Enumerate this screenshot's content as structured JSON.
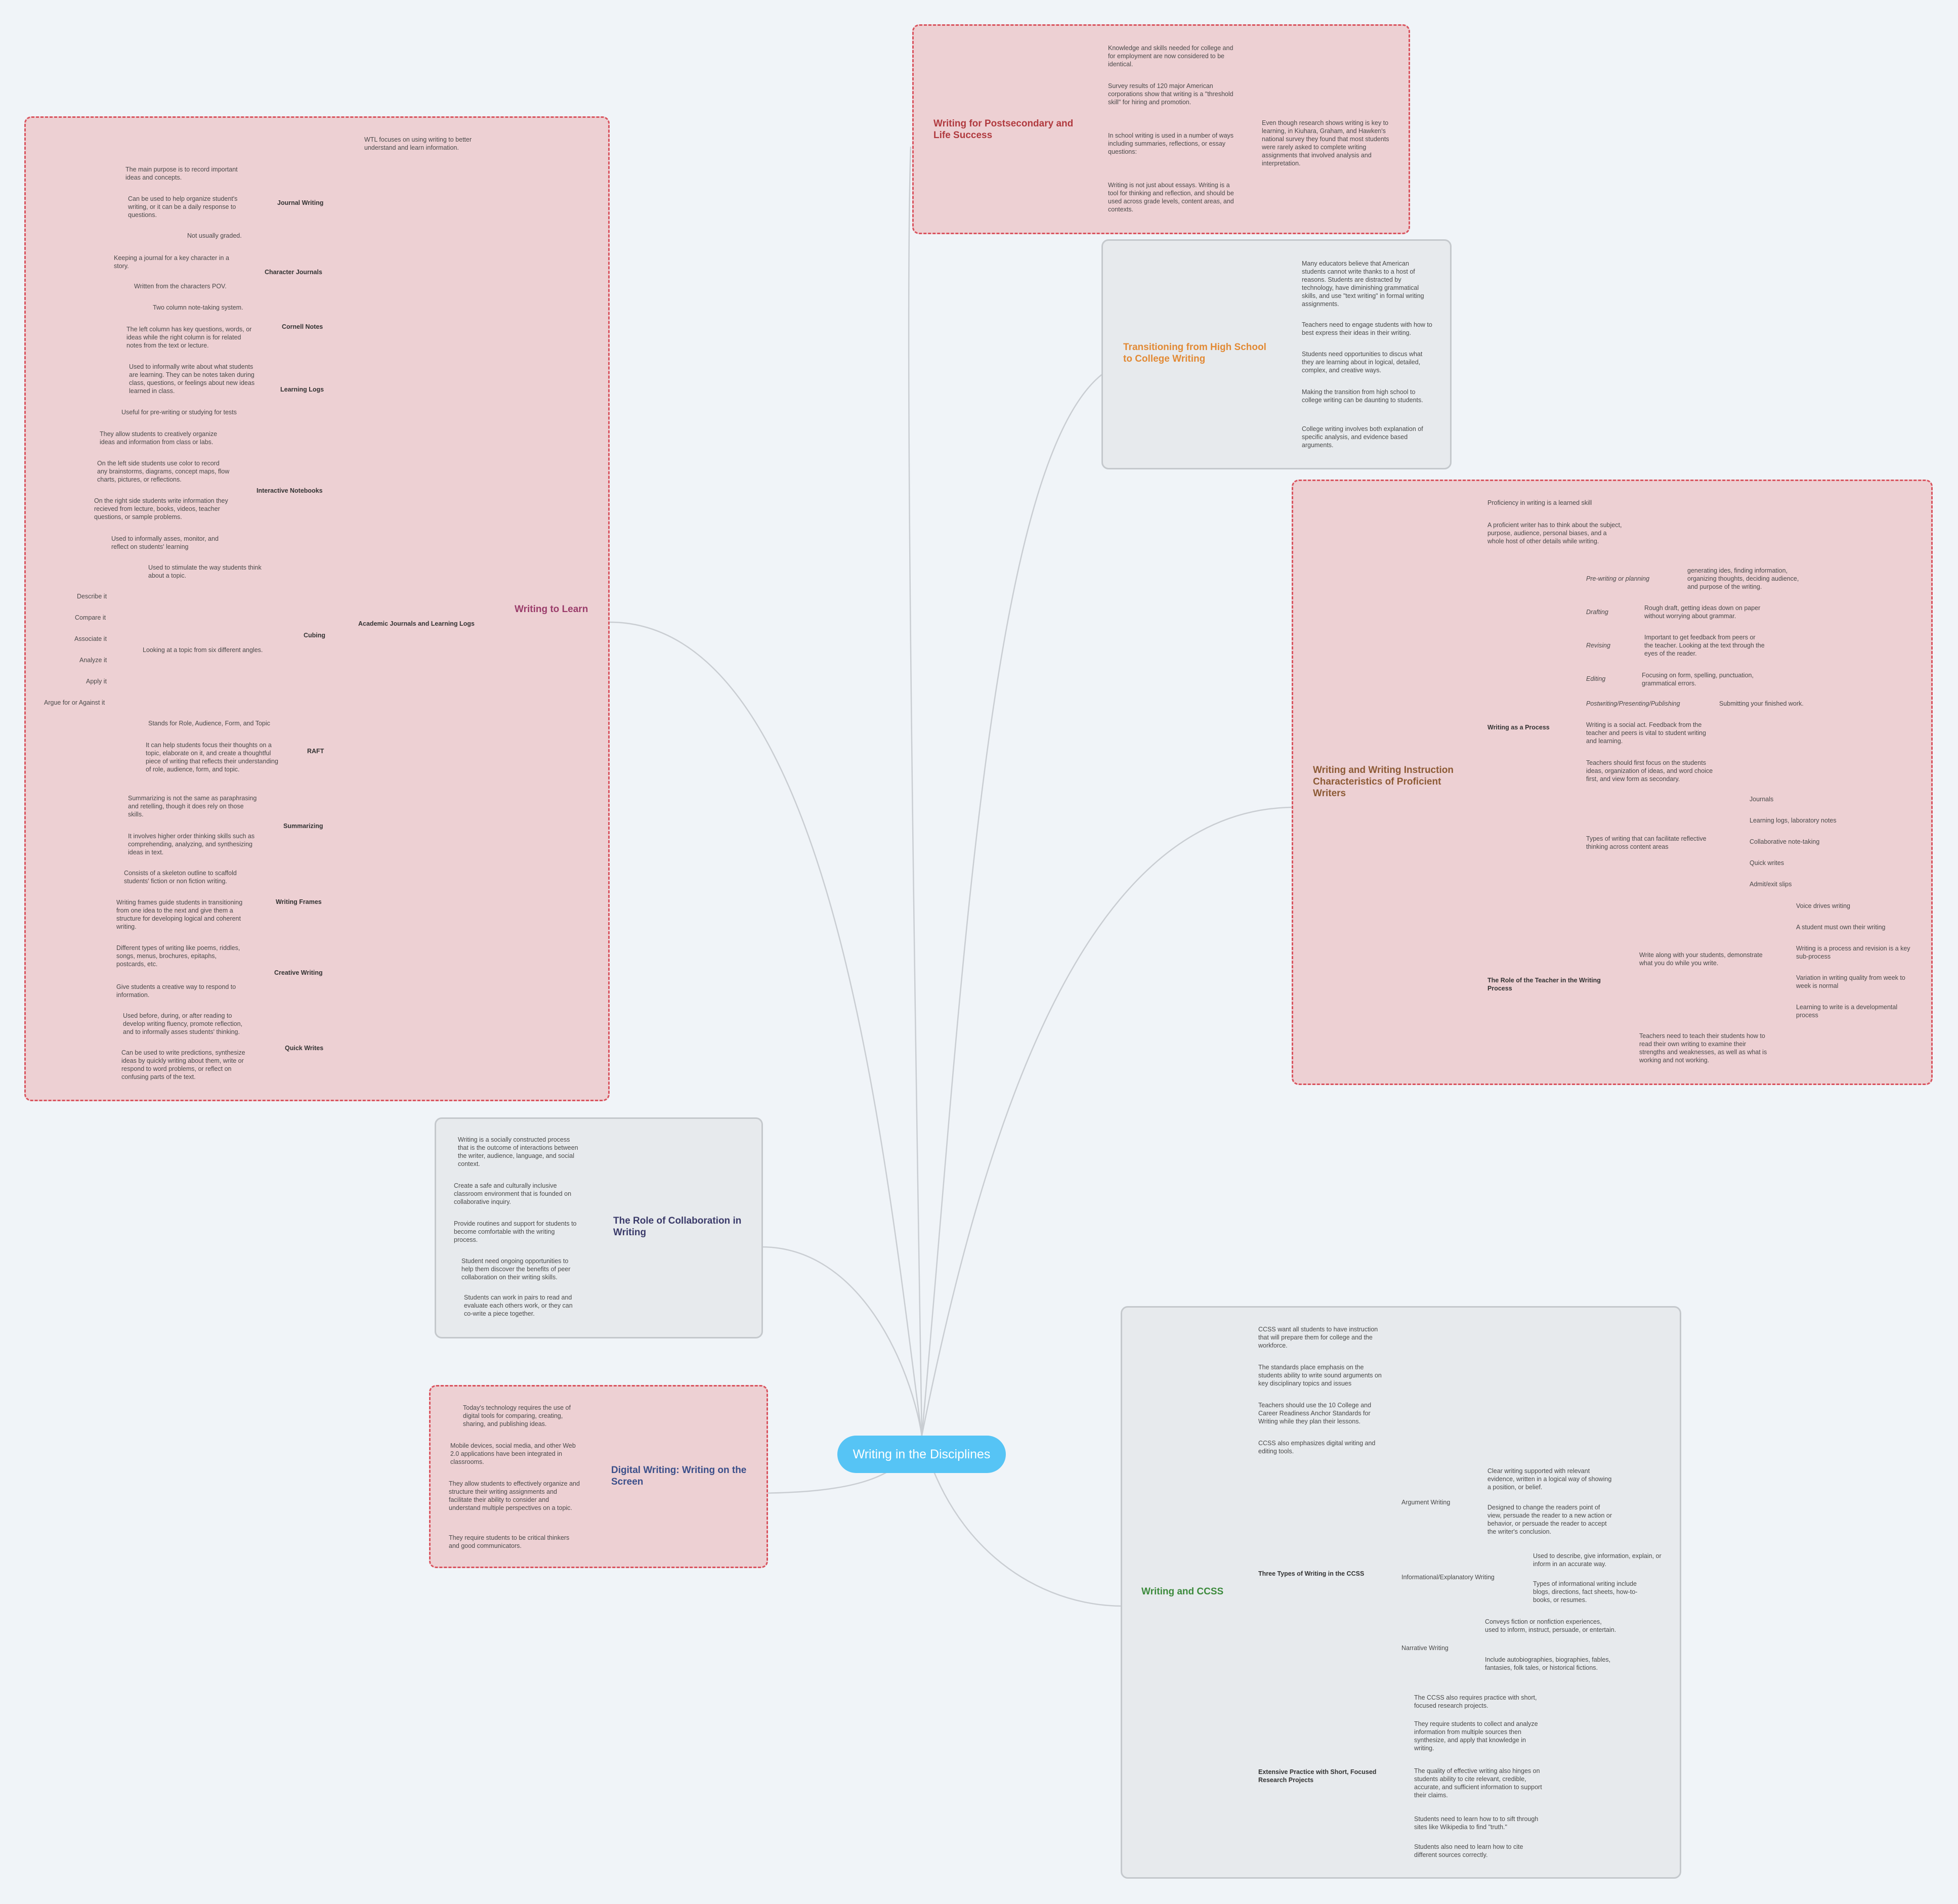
{
  "root": "Writing in the Disciplines",
  "colors": {
    "background": "#f0f4f8",
    "root": "#56c4f5",
    "pink_panel": "#edd0d3",
    "pink_border": "#d9535e",
    "grey_panel": "#e7eaed",
    "line": "#c9cdd2"
  },
  "postsecondary": {
    "title": "Writing for Postsecondary and Life Success",
    "items": [
      "Knowledge and skills needed for college and for employment are now considered to be identical.",
      "Survey results of 120 major American corporations show that writing is a \"threshold skill\" for hiring and promotion.",
      "In school writing is used in a number of ways including summaries, reflections, or essay questions:",
      "Writing is not just about essays. Writing is a tool for thinking and reflection, and should be used across grade levels, content areas, and contexts."
    ],
    "sub": "Even though research shows writing is key to learning, in Kiuhara, Graham, and Hawken's national survey they found that most students were rarely asked to complete writing assignments that involved analysis and interpretation."
  },
  "transition": {
    "title": "Transitioning from High School to College Writing",
    "items": [
      "Many educators believe that American students cannot write thanks to a host of reasons. Students are distracted by technology, have diminishing grammatical skills, and use \"text writing\" in formal writing assignments.",
      "Teachers need to engage students with how to best express their ideas in their writing.",
      "Students need opportunities to discus what they are learning about in logical, detailed, complex, and creative ways.",
      "Making the transition from high school to college writing can be daunting to students.",
      "College writing involves both explanation of specific analysis, and evidence based arguments."
    ]
  },
  "proficient": {
    "title": "Writing and Writing Instruction Characteristics of Proficient Writers",
    "item1": "Proficiency in writing is a learned skill",
    "item2": "A proficient writer has to think about the subject, purpose, audience, personal biases, and a whole host of other details while writing.",
    "process_label": "Writing as a Process",
    "stages": [
      {
        "label": "Pre-writing or planning",
        "detail": "generating ides, finding information, organizing thoughts, deciding audience, and purpose of the writing."
      },
      {
        "label": "Drafting",
        "detail": "Rough draft, getting ideas down on paper without worrying about grammar."
      },
      {
        "label": "Revising",
        "detail": "Important to get feedback from peers or the teacher. Looking at the text through the eyes of the reader."
      },
      {
        "label": "Editing",
        "detail": "Focusing on form, spelling, punctuation, grammatical errors."
      },
      {
        "label": "Postwriting/Presenting/Publishing",
        "detail": "Submitting your finished work."
      }
    ],
    "social": "Writing is a social act. Feedback from the teacher and peers is vital to student writing and learning.",
    "focus": "Teachers should first focus on the students ideas, organization of ideas, and word choice first, and view form as secondary.",
    "types_label": "Types of writing that can facilitate reflective thinking across content areas",
    "types": [
      "Journals",
      "Learning logs, laboratory notes",
      "Collaborative note-taking",
      "Quick writes",
      "Admit/exit slips"
    ],
    "teacher_label": "The Role of the Teacher in the Writing Process",
    "write_along": "Write along with your students, demonstrate what you do while you write.",
    "write_along_items": [
      "Voice drives writing",
      "A student must own their writing",
      "Writing is a process and revision is a key sub-process",
      "Variation in writing quality from week to week is normal",
      "Learning to write is a developmental process"
    ],
    "teachers_read": "Teachers need to teach their students how to read their own writing to examine their strengths and weaknesses, as well as what is working and not working."
  },
  "ccss": {
    "title": "Writing and CCSS",
    "items": [
      "CCSS want all students to have instruction that will prepare them for college and the workforce.",
      "The standards place emphasis on the students ability to write sound arguments on key disciplinary topics and issues",
      "Teachers should use the 10 College and Career Readiness Anchor Standards for Writing while they plan their lessons.",
      "CCSS also emphasizes digital writing and editing tools."
    ],
    "three_label": "Three Types of Writing in the CCSS",
    "argument_label": "Argument Writing",
    "argument": [
      "Clear writing supported with relevant evidence, written in a logical way of showing a position, or belief.",
      "Designed to change the readers point of view, persuade the reader to a new action or behavior, or persuade the reader to accept the writer's conclusion."
    ],
    "informational_label": "Informational/Explanatory Writing",
    "informational": [
      "Used to describe, give information, explain, or inform in an accurate way.",
      "Types of informational writing include blogs, directions, fact sheets, how-to-books, or resumes."
    ],
    "narrative_label": "Narrative Writing",
    "narrative": [
      "Conveys fiction or nonfiction experiences, used to inform, instruct, persuade, or entertain.",
      "Include autobiographies, biographies, fables, fantasies, folk tales, or historical fictions."
    ],
    "extensive_label": "Extensive Practice with Short, Focused Research Projects",
    "extensive": [
      "The CCSS also requires practice with short, focused research projects.",
      "They require students to collect and analyze information from multiple sources then synthesize, and apply that knowledge in writing.",
      "The quality of effective writing also hinges on students ability to cite relevant, credible, accurate, and sufficient information to support their claims.",
      "Students need to learn how to to sift through sites like Wikipedia to find \"truth.\"",
      "Students also need to learn how to cite different sources correctly."
    ]
  },
  "collab": {
    "title": "The Role of Collaboration in Writing",
    "items": [
      "Writing is a socially constructed process that is the outcome of interactions between the writer, audience, language, and social context.",
      "Create a safe and culturally inclusive classroom environment that is founded on collaborative inquiry.",
      "Provide routines and support for students to become comfortable with the writing process.",
      "Student need ongoing opportunities to help them discover the benefits of peer collaboration on their writing skills.",
      "Students can work in pairs to read and evaluate each others work, or they can co-write a piece together."
    ]
  },
  "digital": {
    "title": "Digital Writing: Writing on the Screen",
    "items": [
      "Today's technology requires the use of digital tools for comparing, creating, sharing, and publishing ideas.",
      "Mobile devices, social media, and other Web 2.0 applications have been integrated in classrooms.",
      "They allow students to effectively organize and structure their writing assignments and facilitate their ability to consider and understand multiple perspectives on a topic.",
      "They require students to be critical thinkers and good communicators."
    ]
  },
  "wtl": {
    "title": "Writing to Learn",
    "intro": "WTL focuses on using writing to better understand and learn information.",
    "journals_label": "Academic Journals and Learning Logs",
    "journal_writing": {
      "label": "Journal Writing",
      "items": [
        "The main purpose is to record important ideas and concepts.",
        "Can be used to help organize student's writing, or it can be a daily response to questions.",
        "Not usually graded."
      ]
    },
    "character": {
      "label": "Character Journals",
      "items": [
        "Keeping a journal for a key character in a story.",
        "Written from the characters POV."
      ]
    },
    "cornell": {
      "label": "Cornell Notes",
      "items": [
        "Two column note-taking system.",
        "The left column has key questions, words, or ideas while the right column is for related notes from the text or lecture."
      ]
    },
    "logs": {
      "label": "Learning Logs",
      "items": [
        "Used to informally write about what students are learning. They can be notes taken during class, questions, or feelings about new ideas learned in class.",
        "Useful for pre-writing or studying for tests"
      ]
    },
    "notebooks": {
      "label": "Interactive Notebooks",
      "items": [
        "They allow students to creatively organize ideas and information from class or labs.",
        "On the left side students use color to record any brainstorms, diagrams, concept maps, flow charts, pictures, or reflections.",
        "On the right side students write information they recieved from lecture, books, videos, teacher questions, or sample problems.",
        "Used to informally asses, monitor, and reflect on students' learning"
      ]
    },
    "cubing": {
      "label": "Cubing",
      "stimulate": "Used to stimulate the way students think about a topic.",
      "angles": "Looking at a topic from six different angles.",
      "ways": [
        "Describe it",
        "Compare it",
        "Associate it",
        "Analyze it",
        "Apply it",
        "Argue for or Against it"
      ]
    },
    "raft": {
      "label": "RAFT",
      "items": [
        "Stands for Role, Audience, Form, and Topic",
        "It can help students focus their thoughts on a topic, elaborate on it, and create a thoughtful piece of writing that reflects their understanding of role, audience, form, and topic."
      ]
    },
    "summarizing": {
      "label": "Summarizing",
      "items": [
        "Summarizing is not the same as paraphrasing and retelling, though it does rely on those skills.",
        "It involves higher order thinking skills such as comprehending, analyzing, and synthesizing ideas in text."
      ]
    },
    "frames": {
      "label": "Writing Frames",
      "items": [
        "Consists of a skeleton outline to scaffold students' fiction or non fiction writing.",
        "Writing frames guide students in transitioning from one idea to the next and give them a structure for developing logical and coherent writing."
      ]
    },
    "creative": {
      "label": "Creative Writing",
      "items": [
        "Different types of writing like poems, riddles, songs, menus, brochures, epitaphs, postcards, etc.",
        "Give students a creative way to respond to information."
      ]
    },
    "quick": {
      "label": "Quick Writes",
      "items": [
        "Used before, during, or after reading to develop writing fluency, promote reflection, and to informally asses students' thinking.",
        "Can be used to write predictions, synthesize ideas by quickly writing about them, write or respond to word problems, or reflect on confusing parts of the text."
      ]
    }
  }
}
